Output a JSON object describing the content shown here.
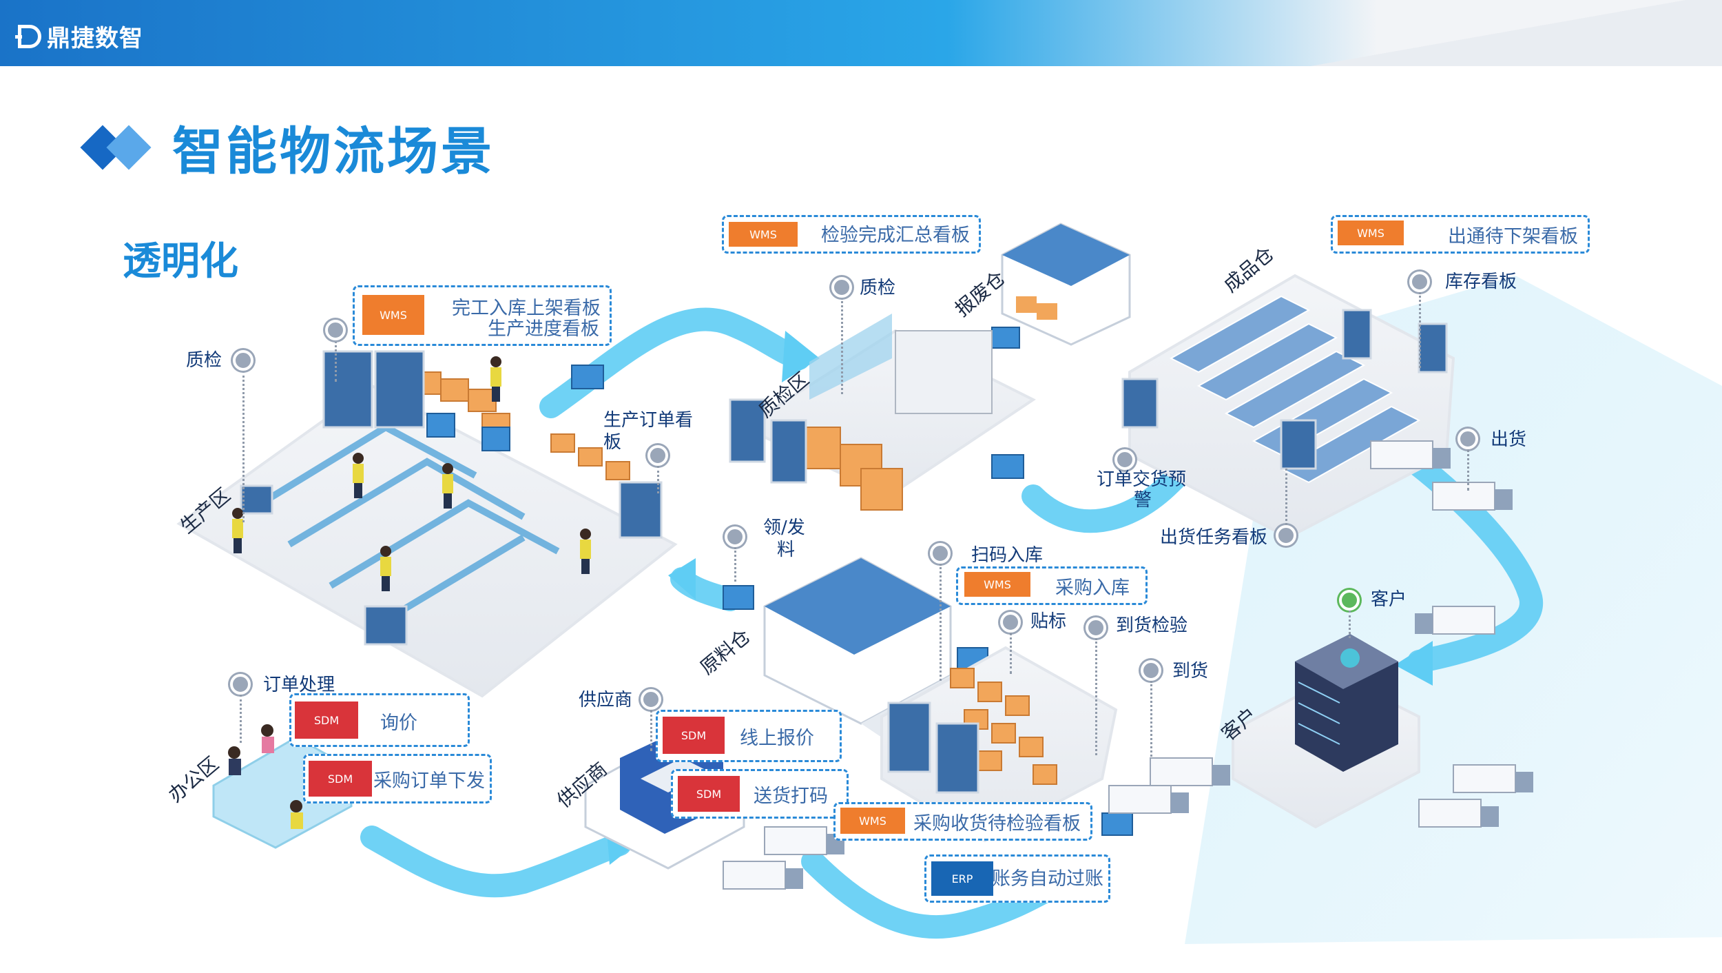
{
  "header": {
    "brand": "鼎捷数智"
  },
  "page": {
    "title": "智能物流场景",
    "subtitle": "透明化"
  },
  "zones": {
    "production": "生产区",
    "qc_area": "质检区",
    "scrap": "报废仓",
    "finished": "成品仓",
    "raw": "原料仓",
    "office": "办公区",
    "supplier": "供应商",
    "customer": "客户"
  },
  "labels": {
    "qc_left": "质检",
    "qc_top": "质检",
    "prod_order_board": "生产订单看",
    "prod_order_board_2": "板",
    "issue": "领/发",
    "issue_2": "料",
    "stock_board": "库存看板",
    "order_warn": "订单交货预",
    "order_warn_2": "警",
    "ship_task_board": "出货任务看板",
    "ship": "出货",
    "customer": "客户",
    "scan_in": "扫码入库",
    "label": "贴标",
    "arrival_check": "到货检验",
    "arrival": "到货",
    "order_proc": "订单处理",
    "supplier": "供应商"
  },
  "boxes": {
    "wms_complete": {
      "tag": "WMS",
      "line1": "完工入库上架看板",
      "line2": "生产进度看板"
    },
    "wms_inspect": {
      "tag": "WMS",
      "text": "检验完成汇总看板"
    },
    "wms_outbound": {
      "tag": "WMS",
      "text": "出通待下架看板"
    },
    "wms_purchase_in": {
      "tag": "WMS",
      "text": "采购入库"
    },
    "sdm_inquiry": {
      "tag": "SDM",
      "text": "询价"
    },
    "sdm_po": {
      "tag": "SDM",
      "text": "采购订单下发"
    },
    "sdm_quote": {
      "tag": "SDM",
      "text": "线上报价"
    },
    "sdm_delivery": {
      "tag": "SDM",
      "text": "送货打码"
    },
    "wms_receive": {
      "tag": "WMS",
      "text": "采购收货待检验看板"
    },
    "erp_posting": {
      "tag": "ERP",
      "text": "账务自动过账"
    }
  },
  "colors": {
    "accent": "#1a8ad8",
    "flow_arrow": "#5fcdf4",
    "wms": "#ef7d2d",
    "sdm": "#d9343a",
    "erp": "#1866b4",
    "label_text": "#123a78"
  }
}
